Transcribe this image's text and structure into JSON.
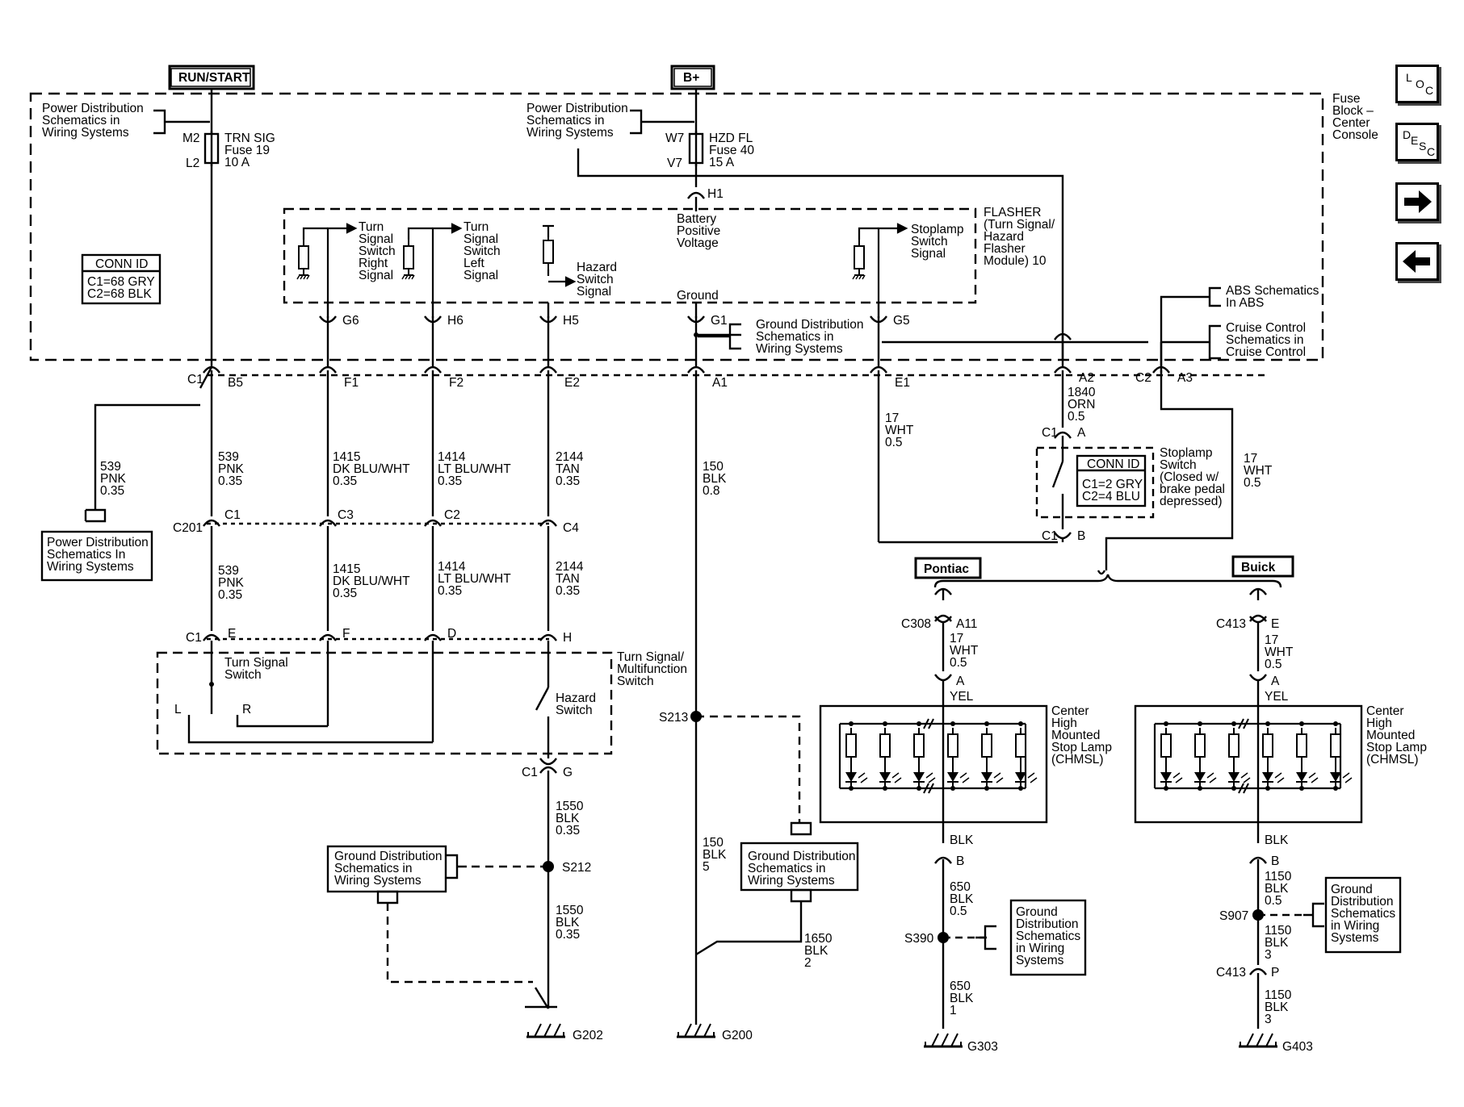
{
  "power": {
    "run_start": "RUN/START",
    "b_plus": "B+"
  },
  "fuse_block": {
    "line1": "Fuse",
    "line2": "Block –",
    "line3": "Center",
    "line4": "Console"
  },
  "power_dist": {
    "line1": "Power Distribution",
    "line2": "Schematics in",
    "line3": "Wiring  Systems"
  },
  "power_dist_lower": {
    "line1": "Power Distribution",
    "line2": "Schematics In",
    "line3": "Wiring  Systems"
  },
  "fuse_trn": {
    "m2": "M2",
    "l2": "L2",
    "name": "TRN SIG",
    "fuse": "Fuse 19",
    "amp": "10 A"
  },
  "fuse_hzd": {
    "w7": "W7",
    "v7": "V7",
    "name": "HZD FL",
    "fuse": "Fuse 40",
    "amp": "15 A"
  },
  "conn_id_top": {
    "title": "CONN ID",
    "c1": "C1=68 GRY",
    "c2": "C2=68 BLK"
  },
  "flasher": {
    "h1": "H1",
    "batt1": "Battery",
    "batt2": "Positive",
    "batt3": "Voltage",
    "title1": "FLASHER",
    "title2": "(Turn Signal/",
    "title3": "Hazard",
    "title4": "Flasher",
    "title5": "Module) 10",
    "tsr": [
      "Turn",
      "Signal",
      "Switch",
      "Right",
      "Signal"
    ],
    "tsl": [
      "Turn",
      "Signal",
      "Switch",
      "Left",
      "Signal"
    ],
    "hz": [
      "Hazard",
      "Switch",
      "Signal"
    ],
    "stop": [
      "Stoplamp",
      "Switch",
      "Signal"
    ],
    "ground": "Ground",
    "g6": "G6",
    "h6": "H6",
    "h5": "H5",
    "g1": "G1",
    "g5": "G5"
  },
  "ground_dist": {
    "line1": "Ground Distribution",
    "line2": "Schematics in",
    "line3": "Wiring  Systems"
  },
  "ground_box": {
    "line1": "Ground Distribution",
    "line2": "Schematics in",
    "line3": "Wiring Systems"
  },
  "ground_small": {
    "line1": "Ground",
    "line2": "Distribution",
    "line3": "Schematics",
    "line4": "in Wiring",
    "line5": "Systems"
  },
  "abs": {
    "line1": "ABS Schematics",
    "line2": "In ABS"
  },
  "cruise": {
    "line1": "Cruise Control",
    "line2": "Schematics in",
    "line3": "Cruise Control"
  },
  "c1_pins": {
    "c1": "C1",
    "b5": "B5",
    "f1": "F1",
    "f2": "F2",
    "e2": "E2",
    "a1": "A1",
    "e1": "E1",
    "a2": "A2",
    "c2": "C2",
    "a3": "A3"
  },
  "wire_539": {
    "num": "539",
    "color": "PNK",
    "size": "0.35"
  },
  "wire_1415": {
    "num": "1415",
    "color": "DK BLU/WHT",
    "size": "0.35"
  },
  "wire_1414": {
    "num": "1414",
    "color": "LT BLU/WHT",
    "size": "0.35"
  },
  "wire_2144": {
    "num": "2144",
    "color": "TAN",
    "size": "0.35"
  },
  "wire_150a": {
    "num": "150",
    "color": "BLK",
    "size": "0.8"
  },
  "wire_17wht": {
    "num": "17",
    "color": "WHT",
    "size": "0.5"
  },
  "wire_1840": {
    "num": "1840",
    "color": "ORN",
    "size": "0.5"
  },
  "c201": {
    "name": "C201",
    "c1": "C1",
    "c3": "C3",
    "c2": "C2",
    "c4": "C4"
  },
  "stoplamp_sw": {
    "c1": "C1",
    "a": "A",
    "b": "B",
    "l1": "Stoplamp",
    "l2": "Switch",
    "l3": "(Closed w/",
    "l4": "brake pedal",
    "l5": "depressed)"
  },
  "conn_id_stop": {
    "title": "CONN ID",
    "c1": "C1=2 GRY",
    "c2": "C2=4 BLU"
  },
  "multifunc": {
    "c1": "C1",
    "e": "E",
    "f": "F",
    "d": "D",
    "h": "H",
    "t1": "Turn Signal/",
    "t2": "Multifunction",
    "t3": "Switch",
    "ts1": "Turn Signal",
    "ts2": "Switch",
    "l": "L",
    "r": "R",
    "hz1": "Hazard",
    "hz2": "Switch",
    "c1b": "C1",
    "g": "G"
  },
  "wire_1550": {
    "num": "1550",
    "color": "BLK",
    "size": "0.35"
  },
  "s212": "S212",
  "s213": "S213",
  "g202": "G202",
  "g200": "G200",
  "wire_150b": {
    "num": "150",
    "color": "BLK",
    "size": "5"
  },
  "wire_1650": {
    "num": "1650",
    "color": "BLK",
    "size": "2"
  },
  "pontiac": {
    "label": "Pontiac",
    "c308": "C308",
    "a11": "A11",
    "a": "A",
    "yel": "YEL",
    "lamp1": "Center",
    "lamp2": "High",
    "lamp3": "Mounted",
    "lamp4": "Stop Lamp",
    "lamp5": "(CHMSL)",
    "blk": "BLK",
    "b": "B",
    "w650a": {
      "num": "650",
      "color": "BLK",
      "size": "0.5"
    },
    "s390": "S390",
    "w650b": {
      "num": "650",
      "color": "BLK",
      "size": "1"
    },
    "g303": "G303"
  },
  "buick": {
    "label": "Buick",
    "c413": "C413",
    "e": "E",
    "a": "A",
    "yel": "YEL",
    "lamp1": "Center",
    "lamp2": "High",
    "lamp3": "Mounted",
    "lamp4": "Stop Lamp",
    "lamp5": "(CHMSL)",
    "blk": "BLK",
    "b": "B",
    "w1150a": {
      "num": "1150",
      "color": "BLK",
      "size": "0.5"
    },
    "s907": "S907",
    "w1150b": {
      "num": "1150",
      "color": "BLK",
      "size": "3"
    },
    "c413b": "C413",
    "p": "P",
    "w1150c": {
      "num": "1150",
      "color": "BLK",
      "size": "3"
    },
    "g403": "G403"
  },
  "nav": {
    "loc": [
      "L",
      "O",
      "C"
    ],
    "desc": [
      "D",
      "E",
      "S",
      "C"
    ],
    "next_icon": "right-arrow-icon",
    "prev_icon": "left-arrow-icon"
  }
}
